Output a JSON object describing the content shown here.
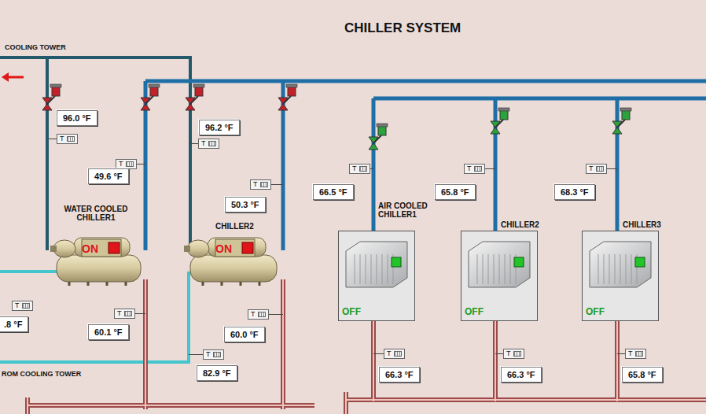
{
  "diagram": {
    "title": "CHILLER SYSTEM",
    "nodes": [
      {
        "text": [
          "96.0 °F"
        ]
      },
      {
        "text": [
          "96.2 °F"
        ]
      },
      {
        "text": [
          "T"
        ]
      },
      {
        "text": [
          "T"
        ]
      },
      {
        "text": [
          "T"
        ]
      },
      {
        "text": [
          "49.6 °F"
        ]
      },
      {
        "text": [
          "T"
        ]
      },
      {
        "text": [
          "T"
        ]
      },
      {
        "text": [
          "T"
        ]
      },
      {
        "text": [
          "T"
        ]
      },
      {
        "text": [
          "50.3 °F"
        ]
      },
      {
        "text": [
          "66.5 °F"
        ]
      },
      {
        "text": [
          "65.8 °F"
        ]
      },
      {
        "text": [
          "68.3 °F"
        ]
      },
      {
        "text": [
          "WATER COOLED CHILLER1",
          "ON"
        ]
      },
      {
        "text": [
          "CHILLER2",
          "ON"
        ]
      },
      {
        "text": [
          "AIR COOLED CHILLER1",
          "OFF"
        ]
      },
      {
        "text": [
          "CHILLER2",
          "OFF"
        ]
      },
      {
        "text": [
          "CHILLER3",
          "OFF"
        ]
      },
      {
        "text": [
          "T"
        ]
      },
      {
        "text": [
          "T"
        ]
      },
      {
        "text": [
          "T"
        ]
      },
      {
        "text": [
          ".8 °F"
        ]
      },
      {
        "text": [
          "60.1 °F"
        ]
      },
      {
        "text": [
          "60.0 °F"
        ]
      },
      {
        "text": [
          "T"
        ]
      },
      {
        "text": [
          "T"
        ]
      },
      {
        "text": [
          "T"
        ]
      },
      {
        "text": [
          "T"
        ]
      },
      {
        "text": [
          "82.9 °F"
        ]
      },
      {
        "text": [
          "66.3 °F"
        ]
      },
      {
        "text": [
          "66.3 °F"
        ]
      },
      {
        "text": [
          "65.8 °F"
        ]
      }
    ],
    "labels": [
      "COOLING TOWER",
      "ROM COOLING TOWER"
    ]
  }
}
